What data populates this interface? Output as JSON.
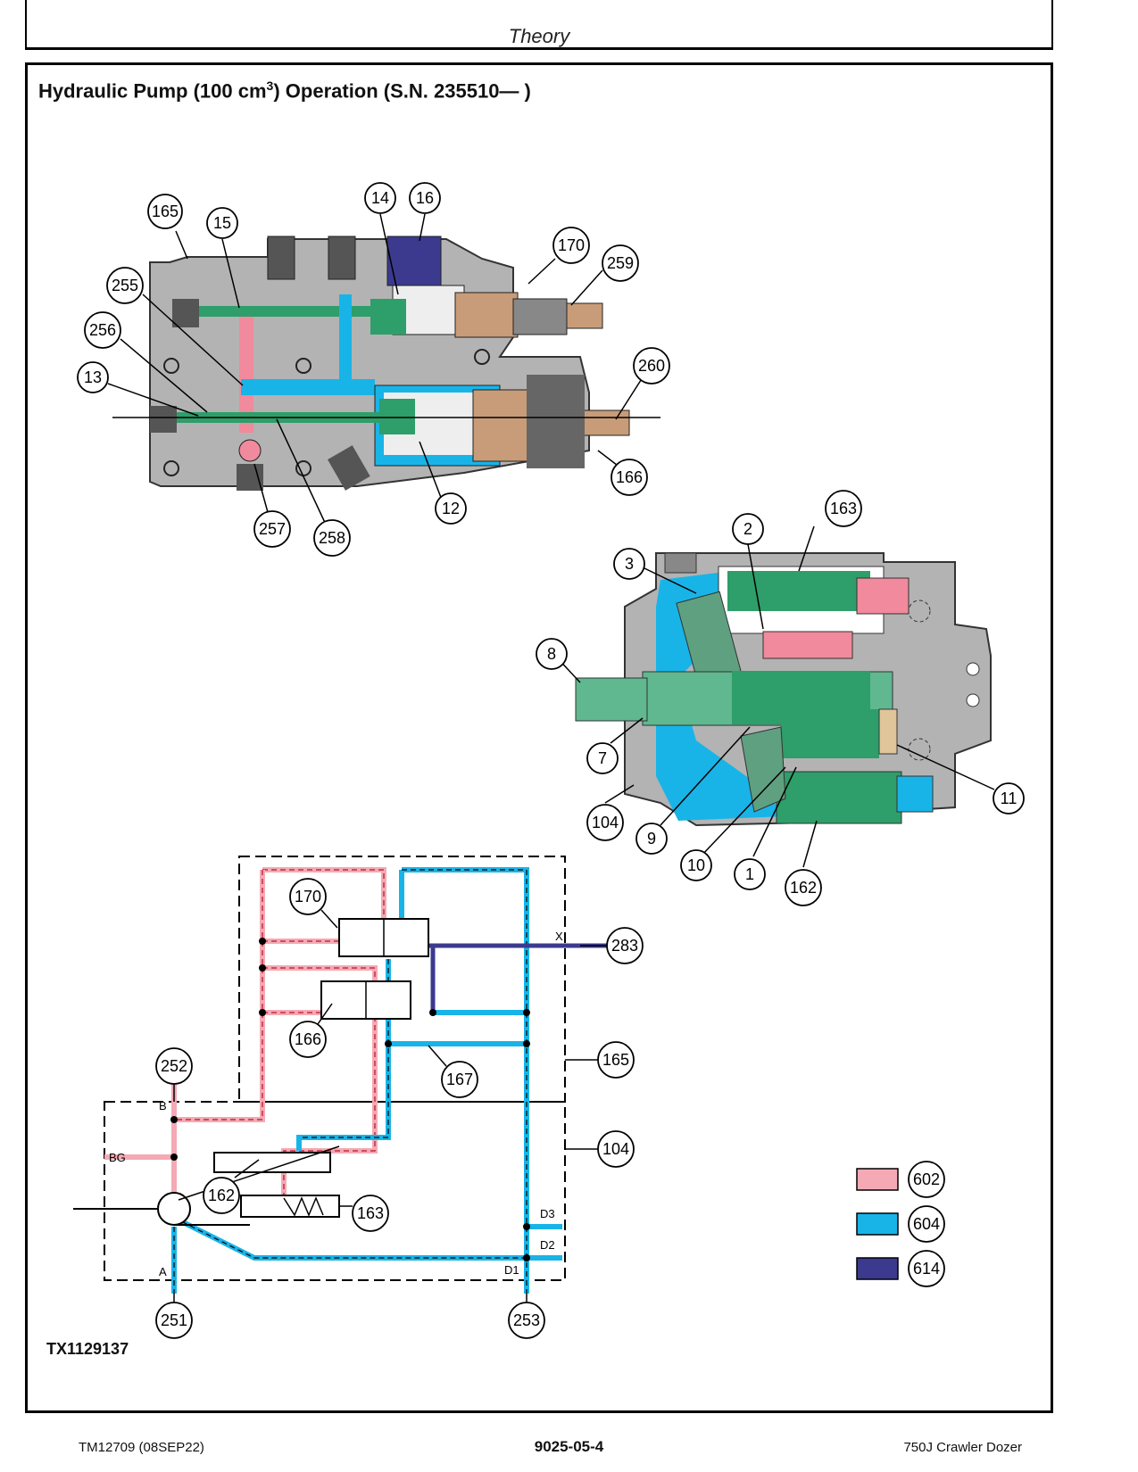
{
  "header": {
    "section": "Theory"
  },
  "title": {
    "text": "Hydraulic Pump (100 cm",
    "superscript": "3",
    "suffix": ") Operation (S.N. 235510— )"
  },
  "figure_id": "TX1129137",
  "footer": {
    "left": "TM12709 (08SEP22)",
    "center": "9025-05-4",
    "right": "750J Crawler Dozer"
  },
  "control_valve_callouts": [
    "165",
    "15",
    "14",
    "16",
    "170",
    "259",
    "255",
    "256",
    "13",
    "260",
    "166",
    "12",
    "257",
    "258"
  ],
  "pump_callouts": [
    "163",
    "2",
    "3",
    "8",
    "7",
    "104",
    "9",
    "10",
    "1",
    "162",
    "11"
  ],
  "schematic_callouts": [
    "170",
    "283",
    "166",
    "165",
    "167",
    "252",
    "104",
    "162",
    "163",
    "251",
    "253"
  ],
  "port_labels": {
    "x": "X",
    "b": "B",
    "bg": "BG",
    "a": "A",
    "d1": "D1",
    "d2": "D2",
    "d3": "D3"
  },
  "legend": [
    {
      "code": "602",
      "color": "#f4a9b4"
    },
    {
      "code": "604",
      "color": "#18b4e8"
    },
    {
      "code": "614",
      "color": "#3b3a8e"
    }
  ],
  "colors": {
    "pressure_pink": "#f08a9c",
    "return_blue": "#18b4e8",
    "pilot_purple": "#3b3a8e",
    "housing_gray": "#b3b3b3",
    "spool_green": "#2e9e6a",
    "piston_tan": "#c89c78"
  }
}
